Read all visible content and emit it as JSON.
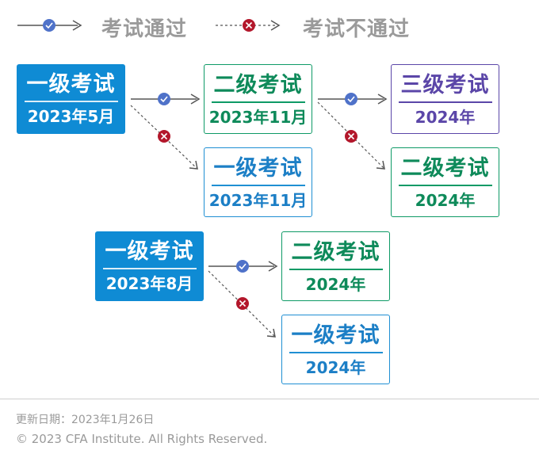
{
  "legend": {
    "pass_label": "考试通过",
    "fail_label": "考试不通过"
  },
  "colors": {
    "solid_blue": "#0f8bd4",
    "green": "#0e9a66",
    "blue": "#1f8fd3",
    "purple": "#5b46a8",
    "check": "#4f72c9",
    "cross": "#b3172b",
    "arrow": "#555555"
  },
  "icons": {
    "pass": "check-circle-icon",
    "fail": "cross-circle-icon"
  },
  "flows": [
    {
      "start": {
        "level": "一级考试",
        "date": "2023年5月"
      },
      "pass": {
        "level": "二级考试",
        "date": "2023年11月"
      },
      "fail": {
        "level": "一级考试",
        "date": "2023年11月"
      }
    },
    {
      "start": {
        "level": "二级考试",
        "date": "2023年11月"
      },
      "pass": {
        "level": "三级考试",
        "date": "2024年"
      },
      "fail": {
        "level": "二级考试",
        "date": "2024年"
      }
    },
    {
      "start": {
        "level": "一级考试",
        "date": "2023年8月"
      },
      "pass": {
        "level": "二级考试",
        "date": "2024年"
      },
      "fail": {
        "level": "一级考试",
        "date": "2024年"
      }
    }
  ],
  "footer": {
    "updated": "更新日期：2023年1月26日",
    "copyright": "© 2023 CFA Institute. All Rights Reserved."
  }
}
